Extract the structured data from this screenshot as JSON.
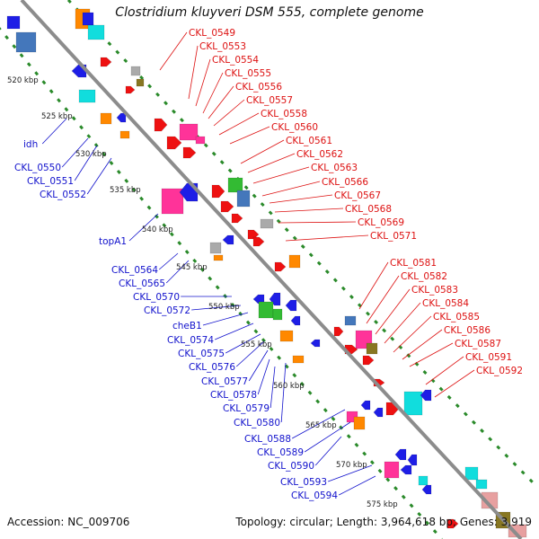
{
  "title": "Clostridium kluyveri DSM 555, complete genome",
  "footer": {
    "accession": "Accession: NC_009706",
    "topology": "Topology: circular; Length: 3,964,618 bp; Genes: 3,919"
  },
  "colors": {
    "backbone": "#8c8c8c",
    "ring_dots": "#2a8a2a",
    "forward_labels": "#dd1111",
    "reverse_labels": "#1111cc",
    "kbp_labels": "#222222",
    "gene_palette": [
      "#ee1111",
      "#1e1ee6",
      "#ff3399",
      "#11dddd",
      "#ff8800",
      "#33bb33",
      "#4477bb",
      "#aaaaaa",
      "#887722",
      "#e7a0a0"
    ]
  },
  "kbp_ticks": [
    "520 kbp",
    "525 kbp",
    "530 kbp",
    "535 kbp",
    "540 kbp",
    "545 kbp",
    "550 kbp",
    "555 kbp",
    "560 kbp",
    "565 kbp",
    "570 kbp",
    "575 kbp"
  ],
  "forward_labels": [
    "CKL_0549",
    "CKL_0553",
    "CKL_0554",
    "CKL_0555",
    "CKL_0556",
    "CKL_0557",
    "CKL_0558",
    "CKL_0560",
    "CKL_0561",
    "CKL_0562",
    "CKL_0563",
    "CKL_0566",
    "CKL_0567",
    "CKL_0568",
    "CKL_0569",
    "CKL_0571",
    "CKL_0581",
    "CKL_0582",
    "CKL_0583",
    "CKL_0584",
    "CKL_0585",
    "CKL_0586",
    "CKL_0587",
    "CKL_0591",
    "CKL_0592"
  ],
  "reverse_labels": [
    "idh",
    "CKL_0550",
    "CKL_0551",
    "CKL_0552",
    "topA1",
    "CKL_0564",
    "CKL_0565",
    "CKL_0570",
    "CKL_0572",
    "cheB1",
    "CKL_0574",
    "CKL_0575",
    "CKL_0576",
    "CKL_0577",
    "CKL_0578",
    "CKL_0579",
    "CKL_0580",
    "CKL_0588",
    "CKL_0589",
    "CKL_0590",
    "CKL_0593",
    "CKL_0594"
  ]
}
